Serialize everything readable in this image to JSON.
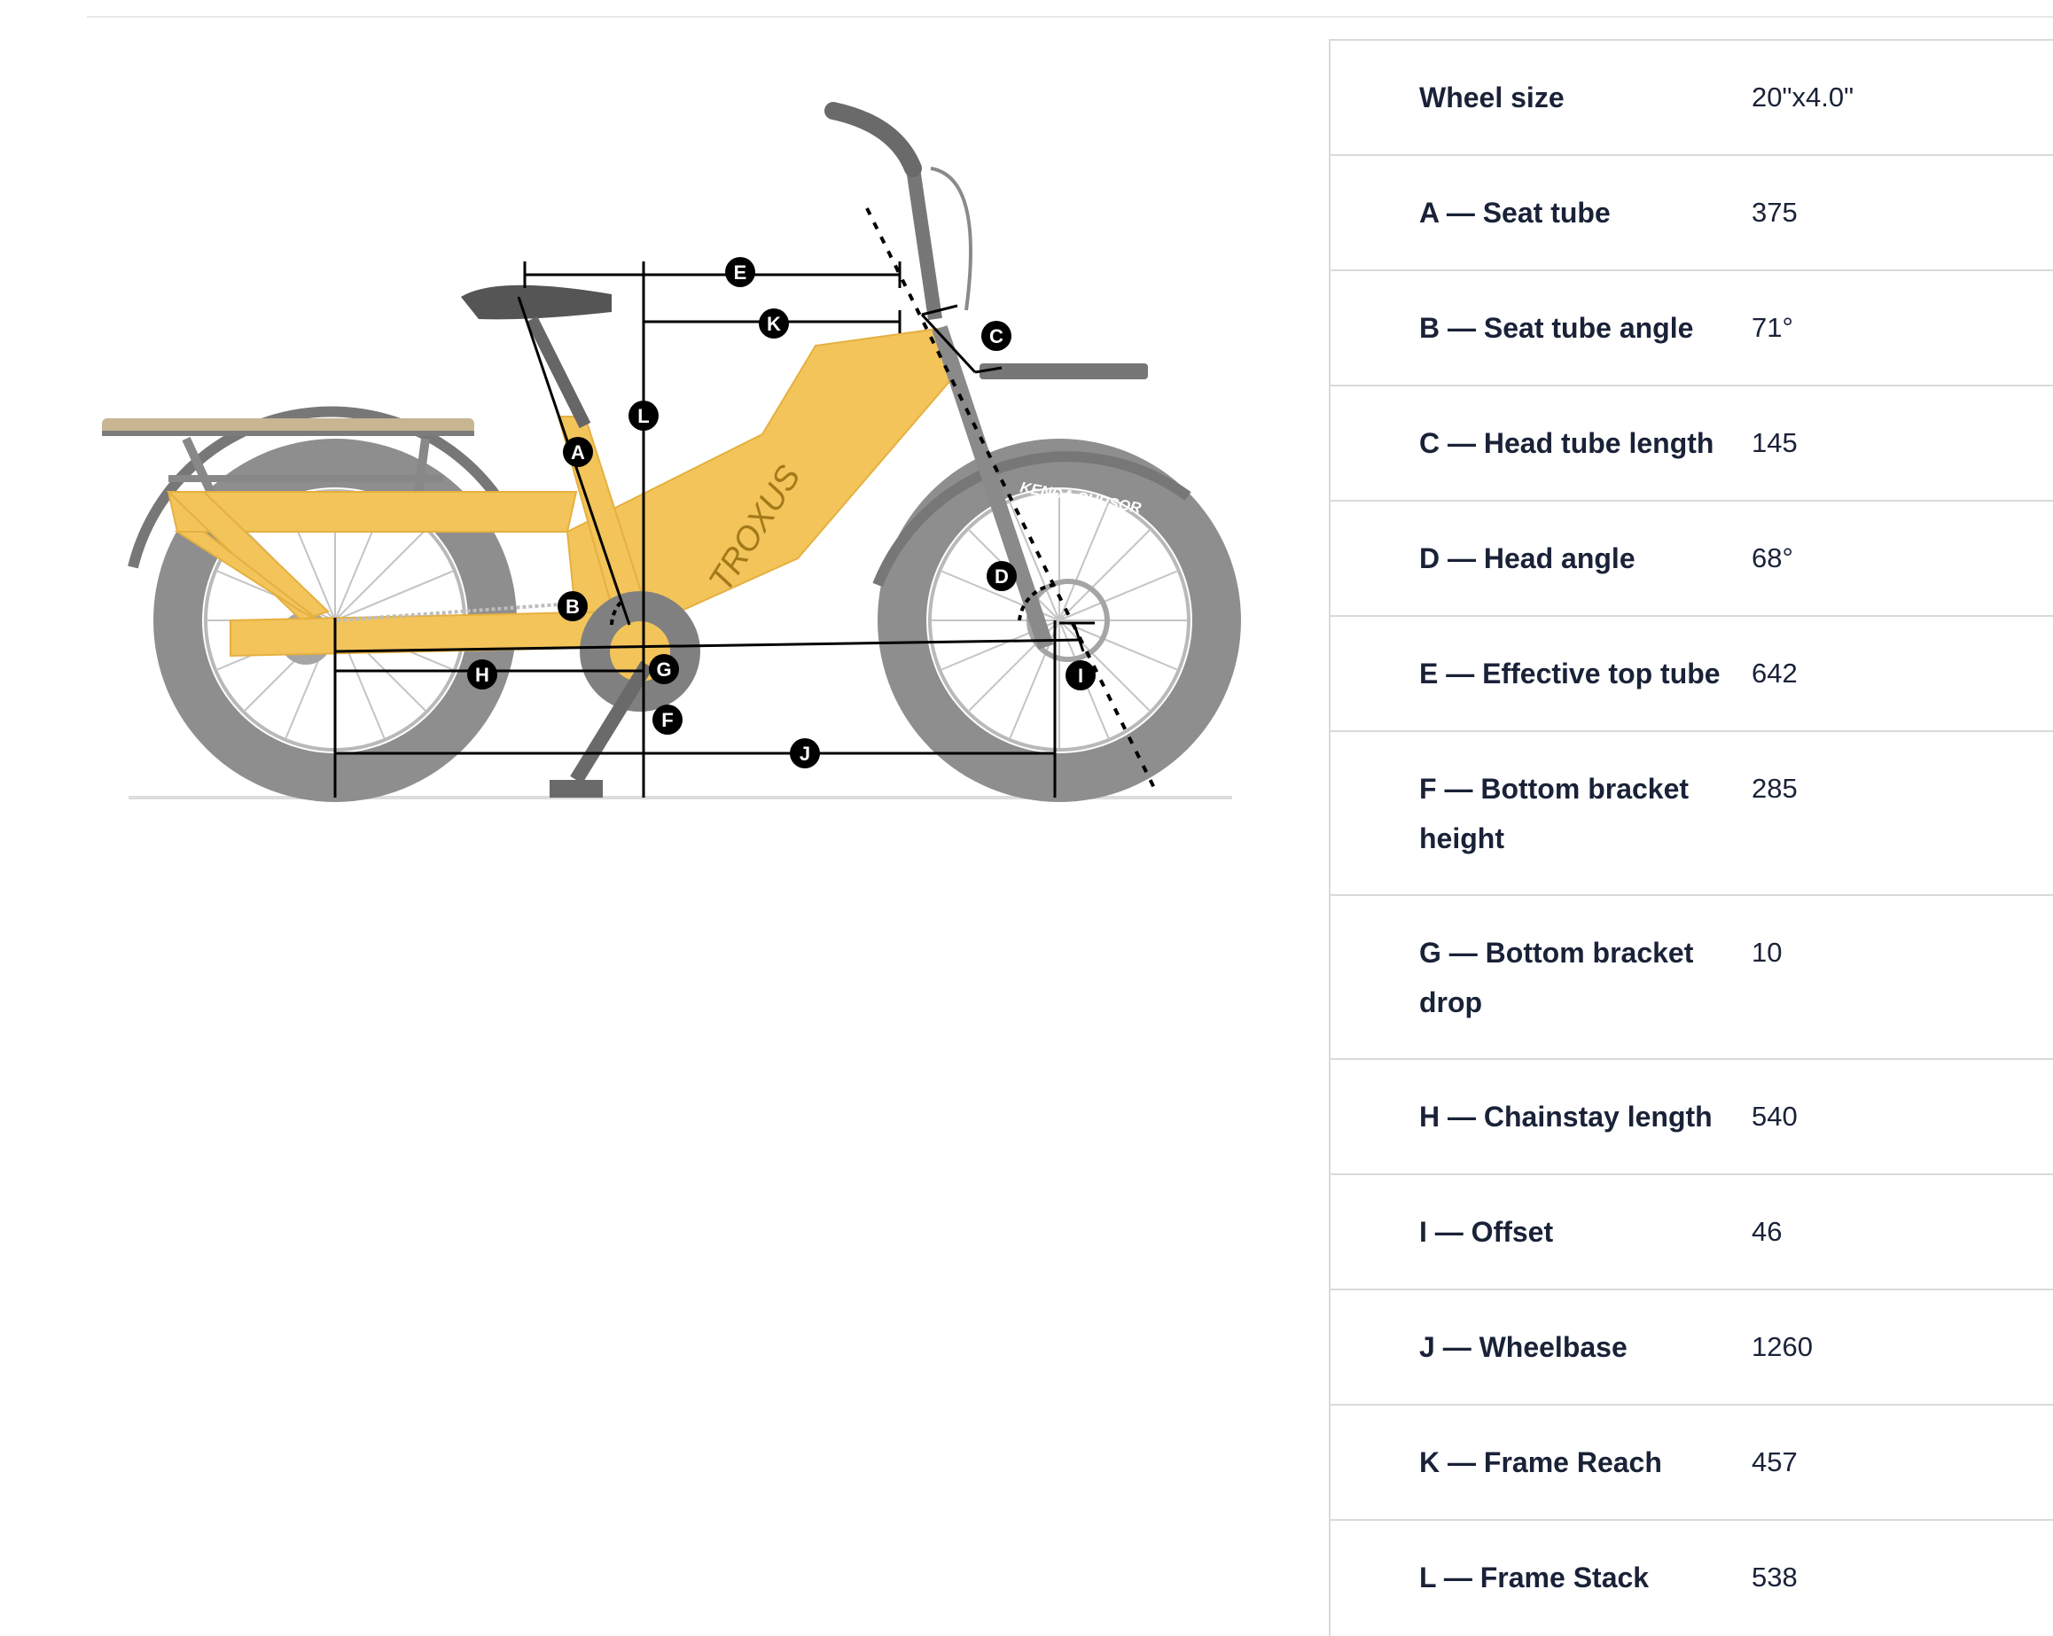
{
  "diagram": {
    "brand": "TROXUS",
    "tire_text": "KENDA CURSOR",
    "markers": [
      "A",
      "B",
      "C",
      "D",
      "E",
      "F",
      "G",
      "H",
      "I",
      "J",
      "K",
      "L"
    ]
  },
  "geometry": [
    {
      "label": "Wheel size",
      "value": "20\"x4.0\""
    },
    {
      "label": "A — Seat tube",
      "value": "375"
    },
    {
      "label": "B — Seat tube angle",
      "value": "71°"
    },
    {
      "label": "C — Head tube length",
      "value": "145"
    },
    {
      "label": "D — Head angle",
      "value": "68°"
    },
    {
      "label": "E — Effective top tube",
      "value": "642"
    },
    {
      "label": "F — Bottom bracket height",
      "value": "285"
    },
    {
      "label": "G — Bottom bracket drop",
      "value": "10"
    },
    {
      "label": "H — Chainstay length",
      "value": "540"
    },
    {
      "label": "I — Offset",
      "value": "46"
    },
    {
      "label": "J — Wheelbase",
      "value": "1260"
    },
    {
      "label": "K — Frame Reach",
      "value": "457"
    },
    {
      "label": "L — Frame Stack",
      "value": "538"
    }
  ]
}
